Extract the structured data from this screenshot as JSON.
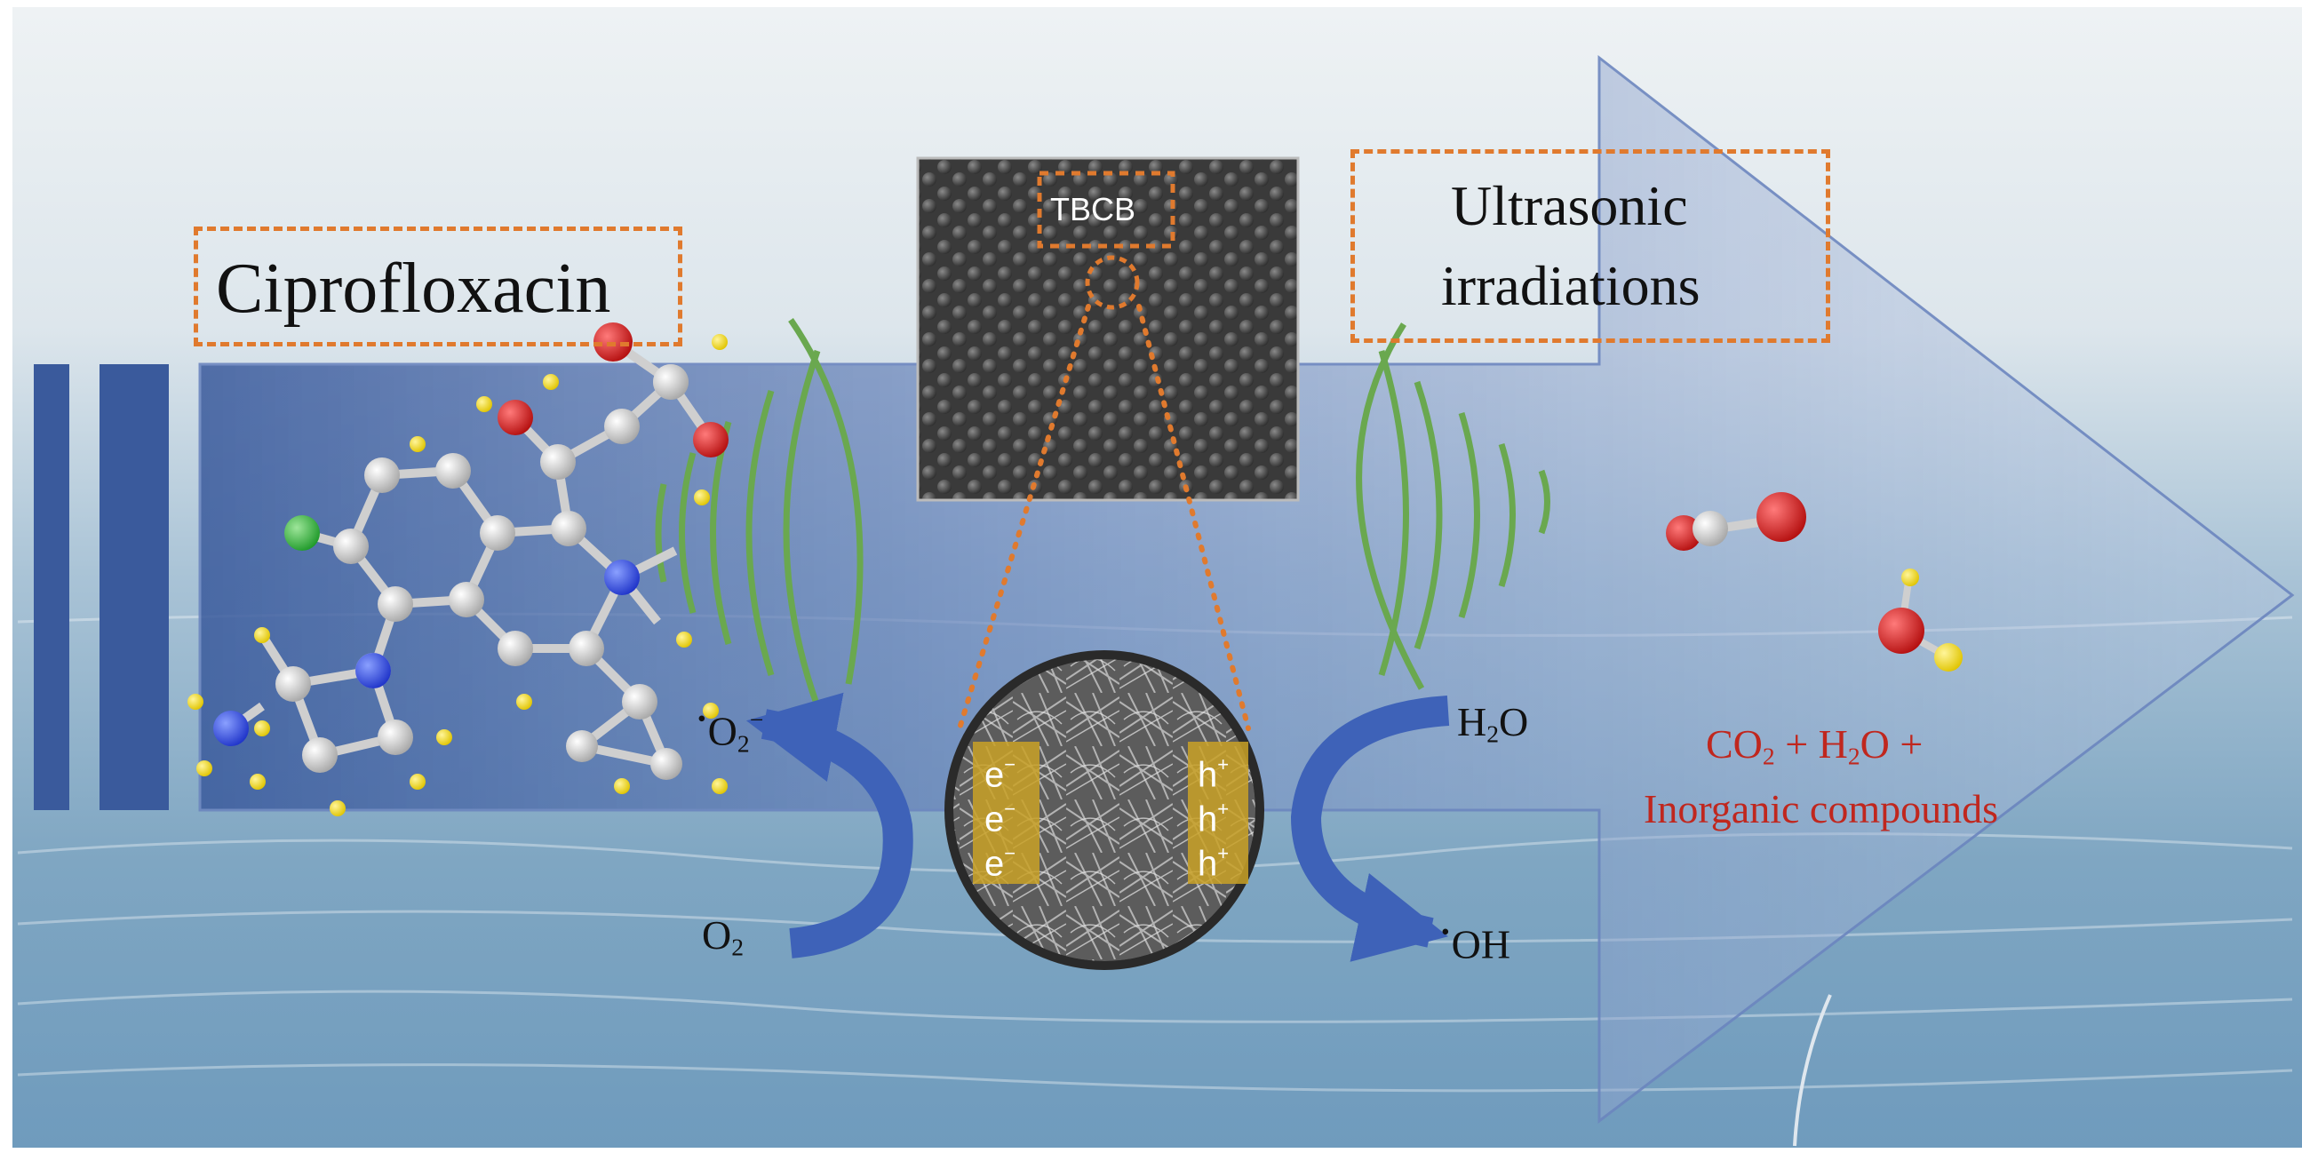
{
  "labels": {
    "drug": "Ciprofloxacin",
    "ultrasonic_line1": "Ultrasonic",
    "ultrasonic_line2": "irradiations",
    "catalyst": "TBCB"
  },
  "reactions": {
    "left_product_base": "O",
    "left_product_sub": "2",
    "left_product_sup": "−",
    "left_product_radical": "•",
    "left_reactant_base": "O",
    "left_reactant_sub": "2",
    "right_reactant_H": "H",
    "right_reactant_sub": "2",
    "right_reactant_O": "O",
    "right_product": "OH",
    "right_product_radical": "•"
  },
  "charges": {
    "electron": "e",
    "electron_sup": "−",
    "hole": "h",
    "hole_sup": "+"
  },
  "products": {
    "line1_a": "CO",
    "line1_sub1": "2",
    "line1_b": " + H",
    "line1_sub2": "2",
    "line1_c": "O +",
    "line2": "Inorganic compounds"
  },
  "colors": {
    "orange": "#e07a2e",
    "wave_green": "#6aa84f",
    "arrow_blue": "#3e62b8",
    "text_red": "#c0271e",
    "band_blue": "#3a5a9c"
  }
}
